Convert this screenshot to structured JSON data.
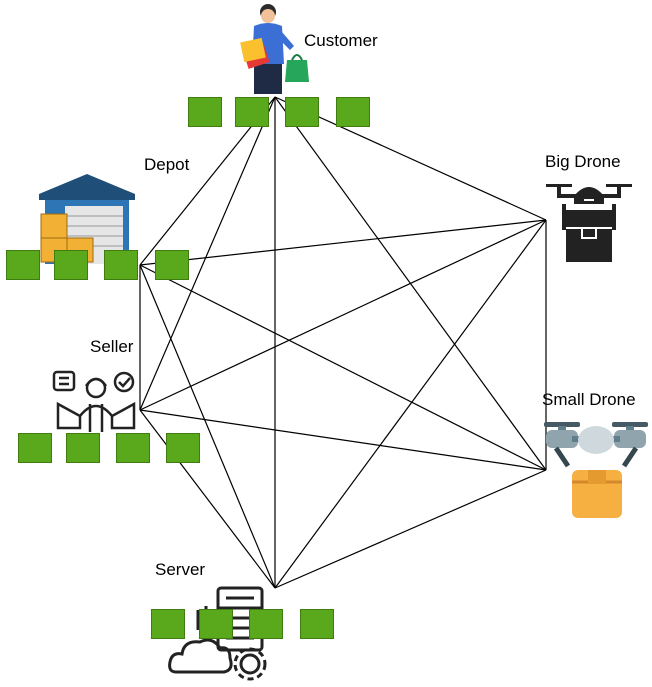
{
  "nodes": {
    "customer": {
      "label": "Customer",
      "icon": "shopper-icon"
    },
    "depot": {
      "label": "Depot",
      "icon": "warehouse-icon"
    },
    "seller": {
      "label": "Seller",
      "icon": "seller-icon"
    },
    "server": {
      "label": "Server",
      "icon": "server-cloud-icon"
    },
    "big_drone": {
      "label": "Big Drone",
      "icon": "big-drone-icon"
    },
    "small_drone": {
      "label": "Small Drone",
      "icon": "small-drone-icon"
    }
  },
  "edges": [
    [
      "customer",
      "depot"
    ],
    [
      "customer",
      "seller"
    ],
    [
      "customer",
      "server"
    ],
    [
      "customer",
      "big_drone"
    ],
    [
      "customer",
      "small_drone"
    ],
    [
      "depot",
      "seller"
    ],
    [
      "depot",
      "server"
    ],
    [
      "depot",
      "big_drone"
    ],
    [
      "depot",
      "small_drone"
    ],
    [
      "seller",
      "server"
    ],
    [
      "seller",
      "big_drone"
    ],
    [
      "seller",
      "small_drone"
    ],
    [
      "server",
      "big_drone"
    ],
    [
      "server",
      "small_drone"
    ],
    [
      "big_drone",
      "small_drone"
    ]
  ],
  "colors": {
    "port_fill": "#5aa81c",
    "port_border": "#3f7d10",
    "edge": "#000000"
  }
}
